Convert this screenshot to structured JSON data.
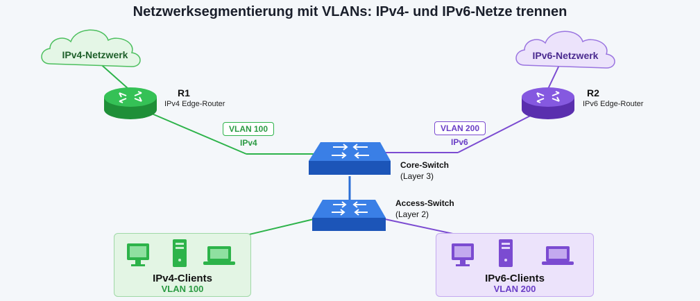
{
  "title": "Netzwerksegmentierung mit VLANs: IPv4- und IPv6-Netze trennen",
  "colors": {
    "ipv4": "#2db34a",
    "ipv6": "#7b4bd1",
    "switch": "#2b6fd6"
  },
  "clouds": {
    "ipv4": {
      "label": "IPv4-Netzwerk"
    },
    "ipv6": {
      "label": "IPv6-Netzwerk"
    }
  },
  "routers": {
    "r1": {
      "name": "R1",
      "desc": "IPv4 Edge-Router"
    },
    "r2": {
      "name": "R2",
      "desc": "IPv6 Edge-Router"
    }
  },
  "links": {
    "ipv4": {
      "vlan": "VLAN 100",
      "proto": "IPv4"
    },
    "ipv6": {
      "vlan": "VLAN 200",
      "proto": "IPv6"
    }
  },
  "switches": {
    "core": {
      "name": "Core-Switch",
      "layer": "(Layer 3)"
    },
    "access": {
      "name": "Access-Switch",
      "layer": "(Layer 2)"
    }
  },
  "clients": {
    "ipv4": {
      "title": "IPv4-Clients",
      "vlan": "VLAN 100",
      "icons": [
        "monitor-icon",
        "tower-icon",
        "laptop-icon"
      ]
    },
    "ipv6": {
      "title": "IPv6-Clients",
      "vlan": "VLAN 200",
      "icons": [
        "monitor-icon",
        "tower-icon",
        "laptop-icon"
      ]
    }
  }
}
